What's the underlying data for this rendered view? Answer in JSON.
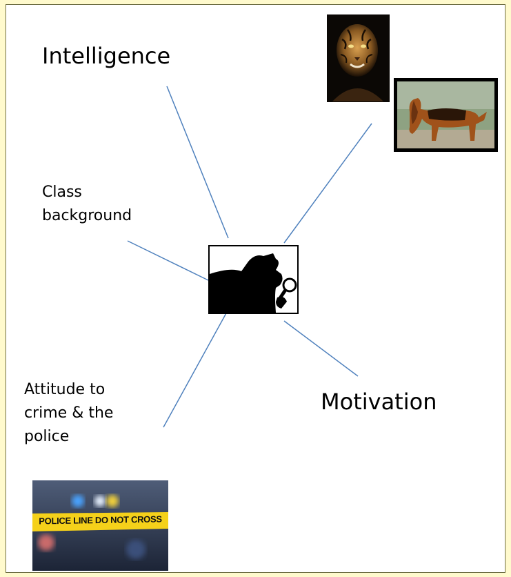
{
  "diagram": {
    "center_image": "detective-silhouette",
    "nodes": {
      "intelligence": "Intelligence",
      "class_background": "Class\nbackground",
      "attitude": "Attitude to\ncrime & the\npolice",
      "motivation": "Motivation"
    },
    "images": {
      "tiger": "tiger-portrait",
      "dog": "bloodhound-tracking",
      "police": "police-tape-scene",
      "police_tape_text": "POLICE LINE DO NOT CROSS"
    },
    "colors": {
      "connector": "#4f81bd",
      "page_background": "#fffacd",
      "slide_border": "#6b6b40",
      "tape_yellow": "#f5d11a"
    }
  }
}
